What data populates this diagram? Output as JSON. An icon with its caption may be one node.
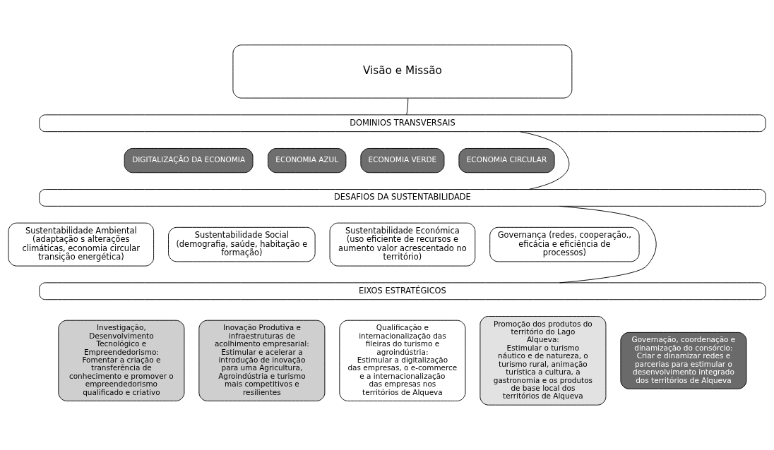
{
  "diagram": {
    "nodes": [
      {
        "text": [
          "Visão e Missão"
        ]
      },
      {
        "text": [
          "DOMINIOS TRANSVERSAIS"
        ]
      },
      {
        "text": [
          "DIGITALIZAÇÃO DA ECONOMIA"
        ]
      },
      {
        "text": [
          "ECONOMIA AZUL"
        ]
      },
      {
        "text": [
          "ECONOMIA VERDE"
        ]
      },
      {
        "text": [
          "ECONOMIA CIRCULAR"
        ]
      },
      {
        "text": [
          "DESAFIOS DA SUSTENTABILIDADE"
        ]
      },
      {
        "text": [
          "Sustentabilidade Ambiental",
          "(adaptação s alterações climáticas, economia circular transição energética)"
        ]
      },
      {
        "text": [
          "Sustentabilidade Social",
          "(demografia, saúde, habitação e formação)"
        ]
      },
      {
        "text": [
          "Sustentabilidade Económica",
          "(uso eficiente de recursos e aumento valor acrescentado no território)"
        ]
      },
      {
        "text": [
          "Governança (redes, cooperação., eficácia e eficiência de processos)"
        ]
      },
      {
        "text": [
          "EIXOS ESTRATÉGICOS"
        ]
      },
      {
        "text": [
          "Investigação, Desenvolvimento Tecnológico e Empreendedorismo:",
          "Fomentar a criação e transferência de conhecimento e promover o empreendedorismo qualificado e criativo"
        ]
      },
      {
        "text": [
          "Inovação Produtiva e infraestruturas de acolhimento empresarial:",
          "Estimular e acelerar a introdução de inovação para uma Agricultura, Agroindústria e turismo mais competitivos e resilientes"
        ]
      },
      {
        "text": [
          "Qualificação e internacionalização das fileiras do turismo e agroindústria:",
          "Estimular a digitalização das empresas, o e-commerce e a internacionalização das empresas nos territórios de Alqueva"
        ]
      },
      {
        "text": [
          "Promoção dos produtos do território do Lago Alqueva:",
          "Estimular o turismo náutico e de natureza, o turismo rural, animação turística a cultura, a gastronomia e os produtos de base local dos territórios de Alqueva"
        ]
      },
      {
        "text": [
          "Governação, coordenação e dinamização do consórcio:",
          "Criar e dinamizar redes e parcerias para estimular o desenvolvimento integrado dos territórios de Alqueva"
        ]
      }
    ],
    "edges": [
      {
        "from": 0,
        "to": 1,
        "arrow": "none"
      },
      {
        "from": 1,
        "to": 6,
        "arrow": "none"
      },
      {
        "from": 6,
        "to": 11,
        "arrow": "none"
      }
    ]
  }
}
